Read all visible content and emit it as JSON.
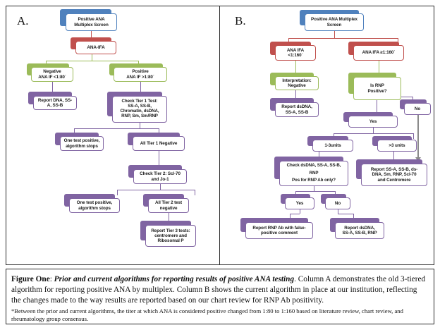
{
  "figure": {
    "columns": [
      {
        "letter": "A."
      },
      {
        "letter": "B."
      }
    ],
    "caption": {
      "label": "Figure One",
      "sep": ": ",
      "title": "Prior and current algorithms for reporting results of positive ANA testing",
      "body": ". Column A demonstrates the old 3-tiered algorithm for reporting positive ANA by multiplex. Column B shows the current algorithm in place at our institution, reflecting the changes made to the way results are reported based on our chart review for RNP Ab positivity.",
      "note": "*Between the prior and current algorithms, the titer at which ANA is considered positive changed from 1:80 to 1:160 based on literature review, chart review, and rheumatology group consensus."
    }
  },
  "colors": {
    "blue": "#4f81bd",
    "red": "#c0504d",
    "green": "#9bbb59",
    "purple": "#8064a2",
    "grey_arrow": "#8a8a8a",
    "frame": "#2b2b2b"
  },
  "chart_data": {
    "type": "diagram",
    "title": "Prior and current algorithms for reporting results of positive ANA testing",
    "panels": [
      {
        "id": "A",
        "label": "A.",
        "description": "Old 3-tiered algorithm for reporting positive ANA by multiplex",
        "nodes": [
          {
            "id": "a1",
            "text": "Positive ANA Multiplex Screen",
            "color": "blue"
          },
          {
            "id": "a2",
            "text": "ANA-IFA",
            "color": "red"
          },
          {
            "id": "a3",
            "text": "Negative ANA IF <1:80*",
            "color": "green"
          },
          {
            "id": "a4",
            "text": "Positive ANA IF >1:80*",
            "color": "green"
          },
          {
            "id": "a5",
            "text": "Report DNA, SS-A, SS-B",
            "color": "purple"
          },
          {
            "id": "a6",
            "text": "Check Tier 1 Test: SS-A, SS-B, Chromatin, dsDNA, RNP, Sm, Sm/RNP",
            "color": "purple"
          },
          {
            "id": "a7",
            "text": "One test positive, algorithm stops",
            "color": "purple"
          },
          {
            "id": "a8",
            "text": "All Tier 1 Negative",
            "color": "purple"
          },
          {
            "id": "a9",
            "text": "Check Tier 2: Scl-70 and Jo-1",
            "color": "purple"
          },
          {
            "id": "a10",
            "text": "One test positive, algorithm stops",
            "color": "purple"
          },
          {
            "id": "a11",
            "text": "All Tier 2 test negative",
            "color": "purple"
          },
          {
            "id": "a12",
            "text": "Report Tier 3 tests: centromere and Ribosomal P",
            "color": "purple"
          }
        ],
        "edges": [
          [
            "a1",
            "a2"
          ],
          [
            "a2",
            "a3"
          ],
          [
            "a2",
            "a4"
          ],
          [
            "a3",
            "a5"
          ],
          [
            "a4",
            "a6"
          ],
          [
            "a6",
            "a7"
          ],
          [
            "a6",
            "a8"
          ],
          [
            "a8",
            "a9"
          ],
          [
            "a9",
            "a10"
          ],
          [
            "a9",
            "a11"
          ],
          [
            "a11",
            "a12"
          ]
        ]
      },
      {
        "id": "B",
        "label": "B.",
        "description": "Current algorithm in place at our institution",
        "nodes": [
          {
            "id": "b1",
            "text": "Positive ANA Multiplex Screen",
            "color": "blue"
          },
          {
            "id": "b2",
            "text": "ANA IFA <1:160*",
            "color": "red"
          },
          {
            "id": "b3",
            "text": "ANA IFA ≥1:160*",
            "color": "red"
          },
          {
            "id": "b4",
            "text": "Interpretation: Negative",
            "color": "green"
          },
          {
            "id": "b5",
            "text": "Is RNP Positive?",
            "color": "green"
          },
          {
            "id": "b6",
            "text": "Report dsDNA, SS-A, SS-B",
            "color": "purple"
          },
          {
            "id": "b7",
            "text": "No",
            "color": "purple"
          },
          {
            "id": "b8",
            "text": "Yes",
            "color": "purple"
          },
          {
            "id": "b9",
            "text": "1-3units",
            "color": "purple"
          },
          {
            "id": "b10",
            "text": ">3 units",
            "color": "purple"
          },
          {
            "id": "b11",
            "text": "Check dsDNA, SS-A, SS-B, RNP",
            "text2": "Pos for RNP Ab only?",
            "color": "purple"
          },
          {
            "id": "b12",
            "text": "Report SS-A, SS-B, ds-DNA, Sm, RNP, Scl-70 and Centromere",
            "color": "purple"
          },
          {
            "id": "b13",
            "text": "Yes",
            "color": "purple"
          },
          {
            "id": "b14",
            "text": "No",
            "color": "purple"
          },
          {
            "id": "b15",
            "text": "Report RNP Ab with false-positive comment",
            "color": "purple"
          },
          {
            "id": "b16",
            "text": "Report dsDNA, SS-A, SS-B, RNP",
            "color": "purple"
          }
        ],
        "edges": [
          [
            "b1",
            "b2"
          ],
          [
            "b1",
            "b3"
          ],
          [
            "b2",
            "b4"
          ],
          [
            "b3",
            "b5"
          ],
          [
            "b4",
            "b6"
          ],
          [
            "b5",
            "b7"
          ],
          [
            "b5",
            "b8"
          ],
          [
            "b8",
            "b9"
          ],
          [
            "b8",
            "b10"
          ],
          [
            "b9",
            "b11"
          ],
          [
            "b10",
            "b12"
          ],
          [
            "b7",
            "b12"
          ],
          [
            "b11",
            "b13"
          ],
          [
            "b11",
            "b14"
          ],
          [
            "b13",
            "b15"
          ],
          [
            "b14",
            "b16"
          ]
        ]
      }
    ]
  },
  "panelA": {
    "letter": "A.",
    "n1": "Positive ANA\nMultiplex Screen",
    "n1_l1": "Positive ANA",
    "n1_l2": "Multiplex Screen",
    "n2": "ANA-IFA",
    "n3_l1": "Negative",
    "n3_l2": "ANA IF <1:80˙",
    "n4_l1": "Positive",
    "n4_l2": "ANA IF >1:80˙",
    "n5_l1": "Report DNA, SS-",
    "n5_l2": "A, SS-B",
    "n6_l1": "Check Tier 1 Test:",
    "n6_l2": "SS-A, SS-B,",
    "n6_l3": "Chromatin, dsDNA,",
    "n6_l4": "RNP, Sm, Sm/RNP",
    "n7_l1": "One test positive,",
    "n7_l2": "algorithm stops",
    "n8": "All Tier 1 Negative",
    "n9_l1": "Check Tier 2: Scl-70",
    "n9_l2": "and Jo-1",
    "n10_l1": "One test positive,",
    "n10_l2": "algorithm stops",
    "n11_l1": "All Tier 2 test",
    "n11_l2": "negative",
    "n12_l1": "Report Tier 3 tests:",
    "n12_l2": "centromere and",
    "n12_l3": "Ribosomal P"
  },
  "panelB": {
    "letter": "B.",
    "n1_l1": "Positive ANA Multiplex",
    "n1_l2": "Screen",
    "n2_l1": "ANA IFA",
    "n2_l2": "<1:160˙",
    "n3": "ANA IFA ≥1:160˙",
    "n4_l1": "Interpretation:",
    "n4_l2": "Negative",
    "n5_l1": "Is RNP",
    "n5_l2": "Positive?",
    "n6_l1": "Report dsDNA,",
    "n6_l2": "SS-A, SS-B",
    "n7": "No",
    "n8": "Yes",
    "n9": "1-3units",
    "n10": ">3 units",
    "n11_l1": "Check dsDNA, SS-A, SS-B,",
    "n11_l2": "RNP",
    "n11_l3": "Pos for RNP Ab only?",
    "n12_l1": "Report SS-A, SS-B, ds-",
    "n12_l2": "DNA, Sm, RNP, Scl-70",
    "n12_l3": "and Centromere",
    "n13": "Yes",
    "n14": "No",
    "n15_l1": "Report RNP Ab with false-",
    "n15_l2": "positive comment",
    "n16_l1": "Report dsDNA,",
    "n16_l2": "SS-A, SS-B, RNP"
  }
}
